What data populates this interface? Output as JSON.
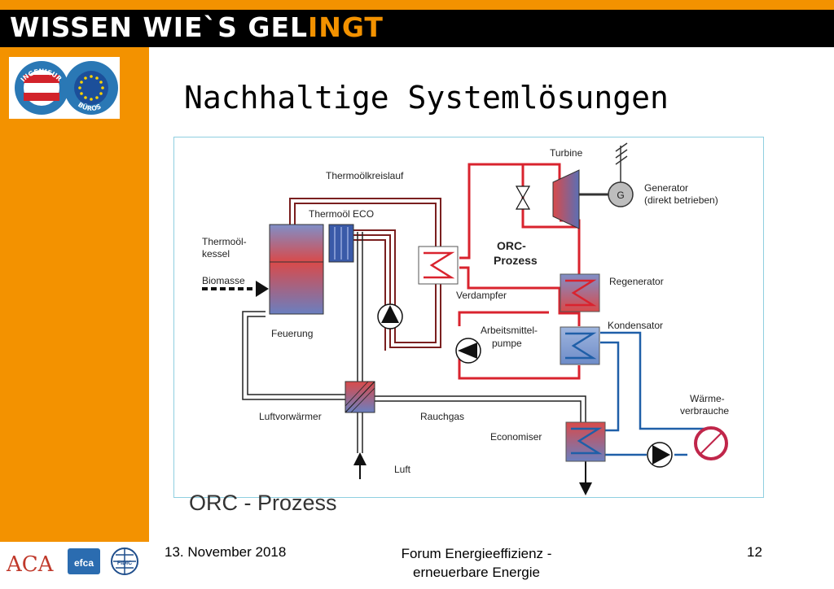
{
  "header": {
    "brand_main": "WISSEN WIE`S GEL",
    "brand_accent": "INGT"
  },
  "logo": {
    "top_text": "INGENIEUR",
    "bottom_text": "BÜROS"
  },
  "slide": {
    "title": "Nachhaltige Systemlösungen",
    "subtitle": "ORC - Prozess"
  },
  "diagram": {
    "labels": {
      "turbine": "Turbine",
      "thermoil_loop": "Thermoölkreislauf",
      "generator_line1": "Generator",
      "generator_line2": "(direkt betrieben)",
      "generator_symbol": "G",
      "thermoil_eco": "Thermoöl ECO",
      "boiler_line1": "Thermoöl-",
      "boiler_line2": "kessel",
      "orc_line1": "ORC-",
      "orc_line2": "Prozess",
      "biomass": "Biomasse",
      "regenerator": "Regenerator",
      "evaporator": "Verdampfer",
      "condenser": "Kondensator",
      "pump_line1": "Arbeitsmittel-",
      "pump_line2": "pumpe",
      "firing": "Feuerung",
      "heat_line1": "Wärme-",
      "heat_line2": "verbrauche",
      "air_preheater": "Luftvorwärmer",
      "flue_gas": "Rauchgas",
      "economiser": "Economiser",
      "air": "Luft"
    },
    "colors": {
      "hot": "#d9232e",
      "cold": "#1f5fa8",
      "thermoil": "#7a1f1f",
      "gas": "#222222"
    }
  },
  "footer": {
    "date": "13. November 2018",
    "event_line1": "Forum Energieeffizienz -",
    "event_line2": "erneuerbare Energie",
    "page": "12",
    "logo_aca": "ACA",
    "logo_efca": "efca",
    "logo_fidic": "FIDIC"
  }
}
